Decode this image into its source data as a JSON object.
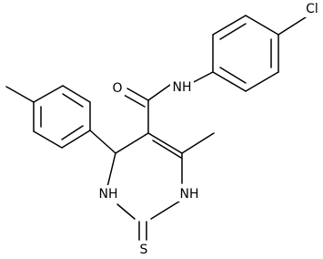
{
  "molecule": {
    "atoms": {
      "cl": "Cl",
      "nh_amide": "NH",
      "o": "O",
      "nh_ring_left": "NH",
      "nh_ring_right": "NH",
      "s": "S"
    }
  },
  "colors": {
    "bond": "#000000",
    "label": "#000000",
    "background": "#ffffff"
  }
}
